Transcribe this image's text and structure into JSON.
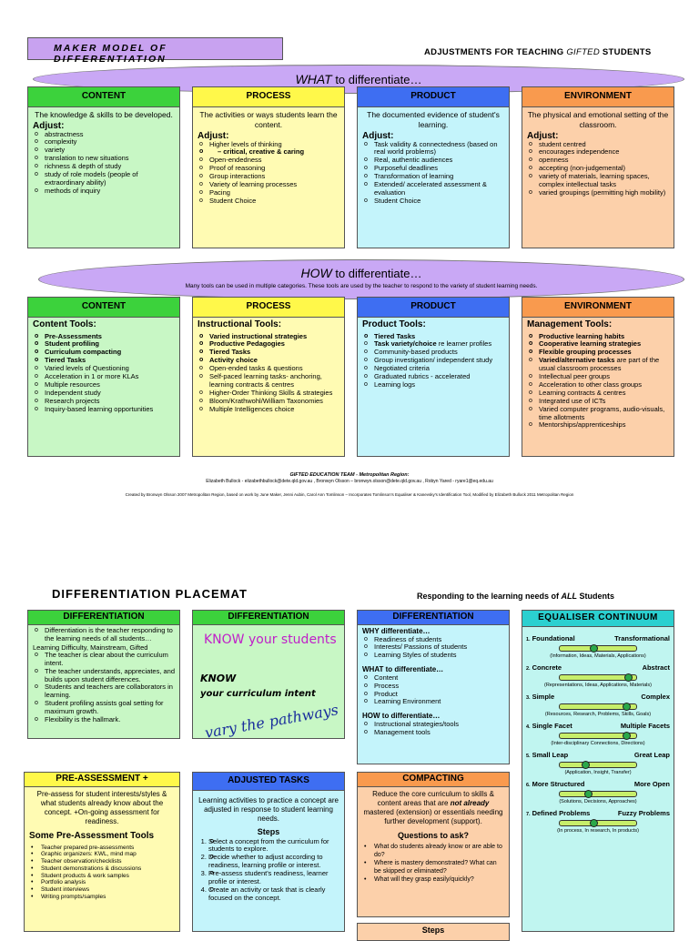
{
  "top": {
    "title": "MAKER MODEL OF DIFFERENTIATION",
    "adjustments_pre": "ADJUSTMENTS FOR TEACHING ",
    "adjustments_gifted": "GIFTED",
    "adjustments_post": " STUDENTS",
    "what_em": "WHAT",
    "what_rest": " to differentiate…",
    "how_em": "HOW",
    "how_rest": " to differentiate…",
    "how_sub": "Many tools can be used in multiple categories. These tools are used by the teacher to respond to the variety of student learning needs."
  },
  "what_cols": [
    {
      "header": "CONTENT",
      "desc": "The knowledge & skills to be developed.",
      "adjust": "Adjust:",
      "items": [
        "abstractness",
        "complexity",
        "variety",
        "translation to new situations",
        "richness & depth of study",
        "study of role models (people of extraordinary ability)",
        "methods of inquiry"
      ]
    },
    {
      "header": "PROCESS",
      "desc": "The activities or ways students learn the content.",
      "adjust": "Adjust:",
      "items": [
        "Higher levels of thinking",
        "– critical, creative & caring",
        "Open-endedness",
        "Proof of reasoning",
        "Group interactions",
        "Variety of learning processes",
        "Pacing",
        "Student Choice"
      ]
    },
    {
      "header": "PRODUCT",
      "desc": "The documented evidence of student's learning.",
      "adjust": "Adjust:",
      "items": [
        "Task validity & connectedness (based on real world problems)",
        "Real, authentic audiences",
        "Purposeful deadlines",
        "Transformation of learning",
        "Extended/ accelerated assessment & evaluation",
        "Student Choice"
      ]
    },
    {
      "header": "ENVIRONMENT",
      "desc": "The physical and emotional setting of the classroom.",
      "adjust": "Adjust:",
      "items": [
        "student centred",
        "encourages independence",
        "openness",
        "accepting (non-judgemental)",
        "variety of materials, learning spaces, complex intellectual tasks",
        "varied groupings (permitting high mobility)"
      ]
    }
  ],
  "how_cols": [
    {
      "header": "CONTENT",
      "tools": "Content Tools:",
      "bold_items": [
        "Pre-Assessments",
        "Student profiling",
        "Curriculum compacting",
        "Tiered Tasks"
      ],
      "items": [
        "Varied levels of Questioning",
        "Acceleration in 1 or more KLAs",
        "Multiple resources",
        "Independent study",
        "Research projects",
        "Inquiry-based learning opportunities"
      ]
    },
    {
      "header": "PROCESS",
      "tools": "Instructional Tools:",
      "bold_items": [
        "Varied instructional strategies",
        "Productive Pedagogies",
        "Tiered Tasks",
        "Activity choice"
      ],
      "items": [
        "Open-ended tasks & questions",
        "Self-paced learning tasks- anchoring, learning contracts & centres",
        "Higher-Order Thinking Skills & strategies",
        "Bloom/Krathwohl/William Taxonomies",
        "Multiple Intelligences choice"
      ]
    },
    {
      "header": "PRODUCT",
      "tools": "Product Tools:",
      "bold_items": [
        "Tiered Tasks"
      ],
      "mixed_item_bold": "Task variety/choice",
      "mixed_item_rest": " re learner profiles",
      "items": [
        "Community-based products",
        "Group investigation/ independent study",
        "Negotiated criteria",
        "Graduated rubrics - accelerated",
        "Learning logs"
      ]
    },
    {
      "header": "ENVIRONMENT",
      "tools": "Management Tools:",
      "bold_items": [
        "Productive learning habits",
        "Cooperative learning strategies",
        "Flexible grouping processes"
      ],
      "mixed_item_bold": "Varied/alternative tasks",
      "mixed_item_rest": " are part of the usual classroom processes",
      "items": [
        "Intellectual peer groups",
        "Acceleration to other class groups",
        "Learning contracts & centres",
        "Integrated use of ICTs",
        "Varied computer programs, audio-visuals, time allotments",
        "Mentorships/apprenticeships"
      ]
    }
  ],
  "footer": {
    "team": "GIFTED EDUCATION TEAM - Metropolitan Region:",
    "names": "Elizabeth Bullock - elizabethbullock@dete.qld.gov.au , Bronwyn Olsson – bronwyn.olsson@dete.qld.gov.au , Robyn Yared - ryare1@eq.edu.au",
    "credits": "Created by Bronwyn Olsson 2007 Metropolitan Region, based on work by June Maker, Jenni Aubin, Carol Ann Tomlinson – Incorporates Tomlinson's Equaliser & Kanevsky's Identification Tool, Modified by Elizabeth Bullock 2011 Metropolitan Region"
  },
  "placemat": {
    "title": "DIFFERENTIATION  PLACEMAT",
    "subtitle_pre": "Responding to the learning needs of ",
    "subtitle_all": "ALL",
    "subtitle_post": " Students",
    "diff1": {
      "header": "DIFFERENTIATION",
      "items": [
        "Differentiation is the teacher responding to the learning needs of all students…"
      ],
      "note": "Learning Difficulty, Mainstream, Gifted",
      "items2": [
        "The teacher is clear about the curriculum intent.",
        "The teacher understands, appreciates, and builds upon student differences.",
        "Students and teachers are collaborators in learning.",
        "Student profiling assists goal setting for maximum growth.",
        "Flexibility is the hallmark."
      ]
    },
    "diff2": {
      "header": "DIFFERENTIATION",
      "know1": "KNOW your students",
      "know2": "KNOW",
      "know3": "your curriculum intent",
      "vary": "vary the pathways"
    },
    "diff3": {
      "header": "DIFFERENTIATION",
      "why": "WHY differentiate…",
      "why_items": [
        "Readiness of students",
        "Interests/ Passions of students",
        "Learning Styles of students"
      ],
      "what": "WHAT to differentiate…",
      "what_items": [
        "Content",
        "Process",
        "Product",
        "Learning Environment"
      ],
      "how": "HOW to differentiate…",
      "how_items": [
        "Instructional strategies/tools",
        "Management tools"
      ]
    },
    "equaliser": {
      "header": "EQUALISER CONTINUUM",
      "rows": [
        {
          "n": "1.",
          "left": "Foundational",
          "right": "Transformational",
          "cap": "(Information, Ideas, Materials, Applications)",
          "pos": 0.45
        },
        {
          "n": "2.",
          "left": "Concrete",
          "right": "Abstract",
          "cap": "(Representations, Ideas, Applications, Materials)",
          "pos": 0.9
        },
        {
          "n": "3.",
          "left": "Simple",
          "right": "Complex",
          "cap": "(Resources, Research, Problems, Skills, Goals)",
          "pos": 0.88
        },
        {
          "n": "4.",
          "left": "Single Facet",
          "right": "Multiple Facets",
          "cap": "(Inter-disciplinary Connections, Directions)",
          "pos": 0.88
        },
        {
          "n": "5.",
          "left": "Small Leap",
          "right": "Great Leap",
          "cap": "(Application, Insight, Transfer)",
          "pos": 0.35
        },
        {
          "n": "6.",
          "left": "More Structured",
          "right": "More Open",
          "cap": "(Solutions, Decisions, Approaches)",
          "pos": 0.38
        },
        {
          "n": "7.",
          "left": "Defined Problems",
          "right": "Fuzzy Problems",
          "cap": "(In process, In research, In products)",
          "pos": 0.45
        }
      ]
    },
    "preassess": {
      "header": "PRE-ASSESSMENT +",
      "desc": "Pre-assess for student interests/styles & what students already know about the concept. +On-going assessment for readiness.",
      "tools_title": "Some Pre-Assessment Tools",
      "items": [
        "Teacher prepared pre-assessments",
        "Graphic organizers: KWL, mind map",
        "Teacher observation/checklists",
        "Student demonstrations & discussions",
        "Student products & work samples",
        "Portfolio analysis",
        "Student interviews",
        "Writing prompts/samples"
      ]
    },
    "adjusted": {
      "header": "ADJUSTED TASKS",
      "desc": "Learning activities to practice a concept are adjusted in response to student learning needs.",
      "steps_title": "Steps",
      "steps": [
        "Select a concept from the curriculum for students to explore.",
        "Decide whether to adjust according to readiness, learning profile or interest.",
        "Pre-assess student's readiness, learner profile or interest.",
        "Create an activity or task that is clearly focused on the concept."
      ]
    },
    "compacting": {
      "header": "COMPACTING",
      "desc_pre": "Reduce the core curriculum to skills & content areas that are ",
      "desc_em": "not already",
      "desc_post": " mastered (extension) or essentials needing further development (support).",
      "q_title": "Questions to ask?",
      "questions": [
        "What do students already know or are able to do?",
        "Where is mastery demonstrated? What can be skipped or eliminated?",
        "What will they grasp easily/quickly?"
      ],
      "steps_title": "Steps"
    }
  }
}
